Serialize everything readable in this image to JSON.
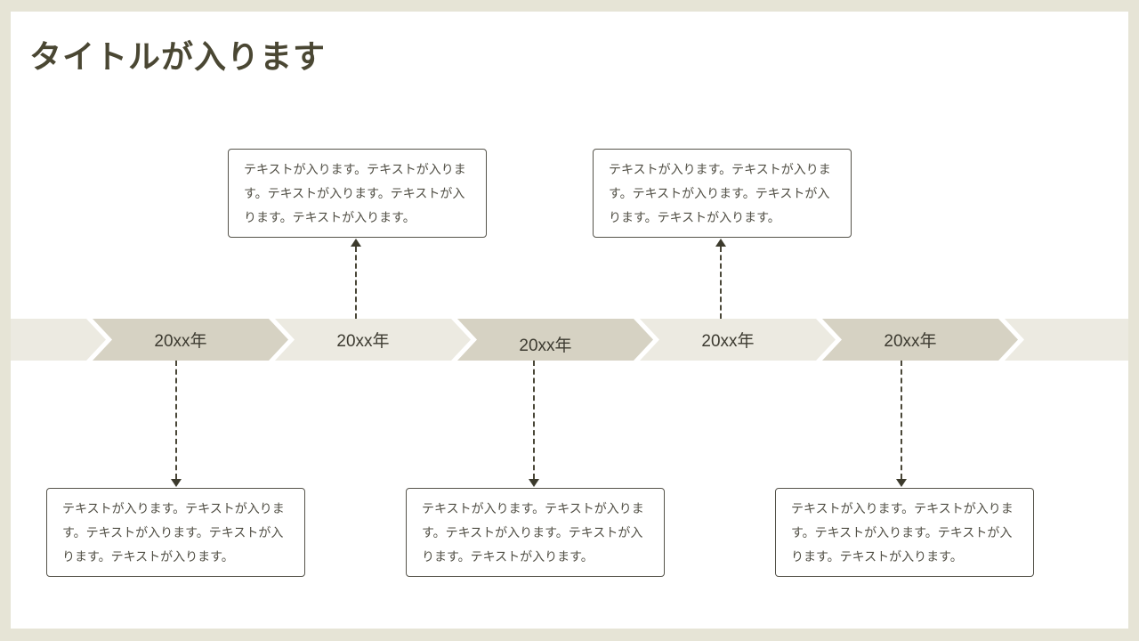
{
  "slide": {
    "title": "タイトルが入ります"
  },
  "timeline": {
    "labels": [
      "20xx年",
      "20xx年",
      "20xx年",
      "20xx年",
      "20xx年"
    ]
  },
  "callouts": {
    "top": [
      {
        "text": "テキストが入ります。テキストが入ります。テキストが入ります。テキストが入ります。テキストが入ります。"
      },
      {
        "text": "テキストが入ります。テキストが入ります。テキストが入ります。テキストが入ります。テキストが入ります。"
      }
    ],
    "bottom": [
      {
        "text": "テキストが入ります。テキストが入ります。テキストが入ります。テキストが入ります。テキストが入ります。"
      },
      {
        "text": "テキストが入ります。テキストが入ります。テキストが入ります。テキストが入ります。テキストが入ります。"
      },
      {
        "text": "テキストが入ります。テキストが入ります。テキストが入ります。テキストが入ります。テキストが入ります。"
      }
    ]
  },
  "colors": {
    "frame": "#E6E4D6",
    "segment_light": "#ECEAE1",
    "segment_dark": "#D6D2C3",
    "title_text": "#4A4733",
    "band_label_text": "#3D3B31",
    "body_text": "#514F45",
    "connector": "#4A4738",
    "box_border": "#55534A"
  }
}
